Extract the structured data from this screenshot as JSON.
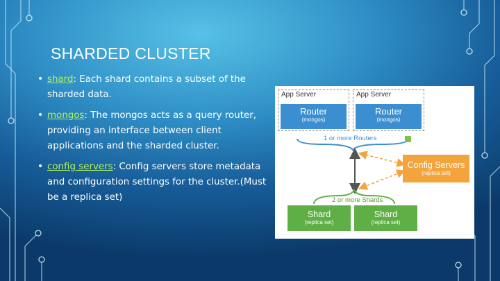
{
  "slide": {
    "title": "SHARDED CLUSTER",
    "bullets": [
      {
        "term": "shard",
        "text": ": Each shard contains a subset of the sharded data."
      },
      {
        "term": "mongos",
        "text": ": The mongos acts as a query router, providing an interface between client applications and the sharded cluster."
      },
      {
        "term": "config servers",
        "text": ": Config servers store metadata and configuration settings for the cluster.(Must be a replica set)"
      }
    ]
  },
  "diagram": {
    "app_servers": [
      {
        "label": "App Server",
        "router": "Router",
        "router_sub": "(mongos)"
      },
      {
        "label": "App Server",
        "router": "Router",
        "router_sub": "(mongos)"
      }
    ],
    "routers_label": "1 or more Routers",
    "config": {
      "label": "Config Servers",
      "sub": "(replica set)"
    },
    "shards_label": "2 or more Shards",
    "shards": [
      {
        "label": "Shard",
        "sub": "(replica set)"
      },
      {
        "label": "Shard",
        "sub": "(replica set)"
      }
    ]
  },
  "colors": {
    "router_blue": "#3b8fd1",
    "config_orange": "#f3a43c",
    "shard_green": "#5eb046",
    "term_green": "#b4f25b"
  }
}
